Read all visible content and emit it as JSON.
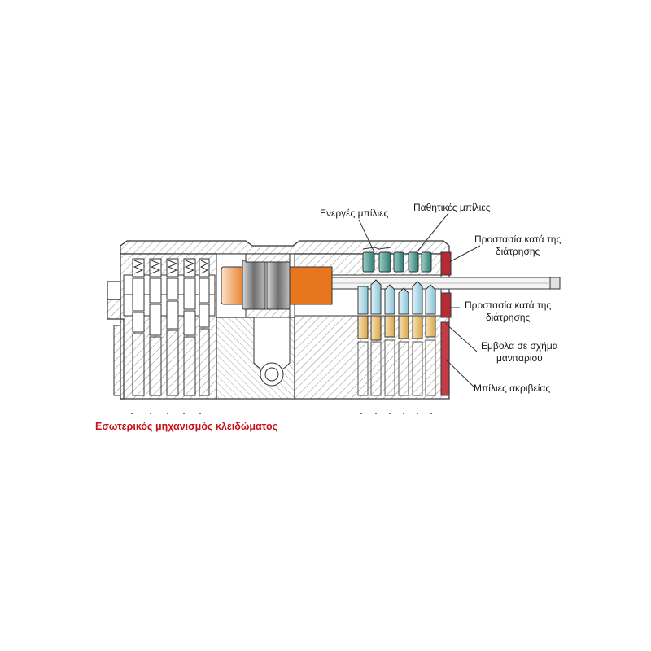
{
  "labels": {
    "active_pins": "Ενεργές μπίλιες",
    "passive_pins": "Παθητικές μπίλιες",
    "drill_protection_1_line1": "Προστασία κατά της",
    "drill_protection_1_line2": "διάτρησης",
    "drill_protection_2_line1": "Προστασία κατά της",
    "drill_protection_2_line2": "διάτρησης",
    "mushroom_pins_line1": "Εμβολα σε σχήμα",
    "mushroom_pins_line2": "μανιταριού",
    "precision_pins": "Μπίλιες ακριβείας"
  },
  "caption": "Εσωτερικός μηχανισμός κλειδώματος",
  "colors": {
    "caption": "#c8101a",
    "outline": "#333333",
    "cam_orange": "#e8761f",
    "cam_grey": "#8a8a8a",
    "active_pin_teal": "#3a8f86",
    "pin_light_blue": "#a9d8e6",
    "pin_tan": "#e4bd6e",
    "drill_plate_red": "#b52a35",
    "hatch": "#9a9a9a"
  },
  "icons": {
    "cam": "lock-cam",
    "key_blade": "key-blade",
    "pin": "cylinder-pin",
    "spring": "pin-spring"
  }
}
